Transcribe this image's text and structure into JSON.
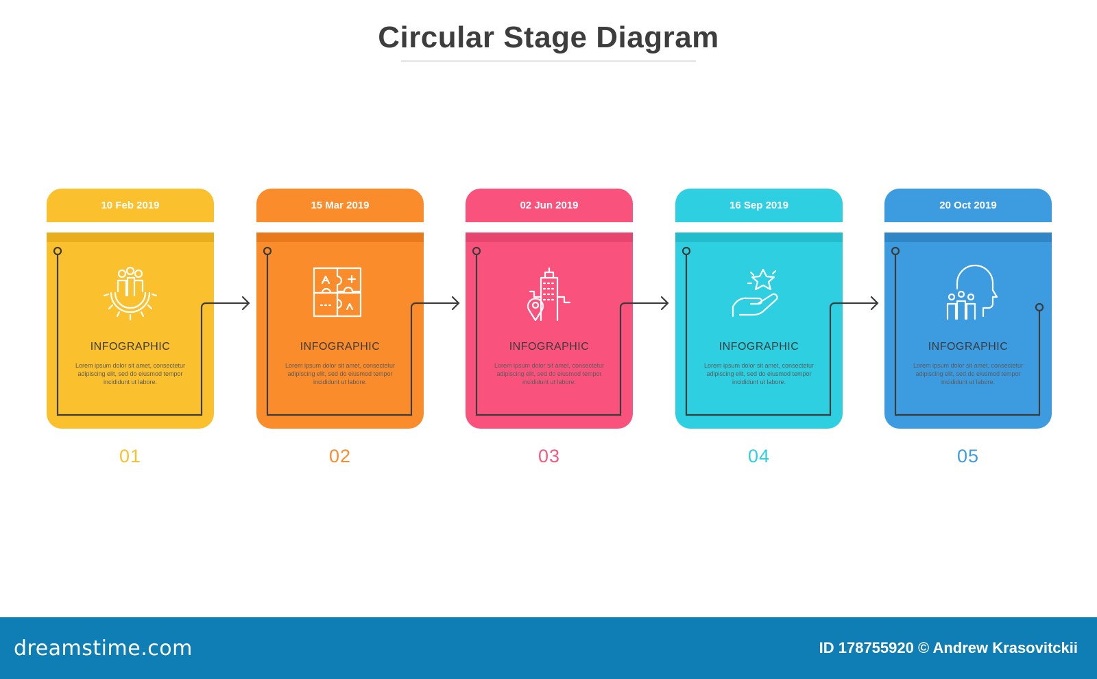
{
  "title": "Circular Stage Diagram",
  "stages": [
    {
      "date": "10 Feb 2019",
      "label": "INFOGRAPHIC",
      "description": "Lorem ipsum dolor sit amet, consectetur adipiscing elit, sed do eiusmod tempor incididunt ut labore.",
      "number": "01",
      "icon": "team-gear-icon",
      "color": "#fbc02d",
      "band_color": "#e8ae1e",
      "number_color": "#fbc02d"
    },
    {
      "date": "15 Mar 2019",
      "label": "INFOGRAPHIC",
      "description": "Lorem ipsum dolor sit amet, consectetur adipiscing elit, sed do eiusmod tempor incididunt ut labore.",
      "number": "02",
      "icon": "puzzle-icon",
      "color": "#fb8c2c",
      "band_color": "#e87a1c",
      "number_color": "#fb8c2c"
    },
    {
      "date": "02 Jun 2019",
      "label": "INFOGRAPHIC",
      "description": "Lorem ipsum dolor sit amet, consectetur adipiscing elit, sed do eiusmod tempor incididunt ut labore.",
      "number": "03",
      "icon": "building-location-icon",
      "color": "#f9537d",
      "band_color": "#e5456e",
      "number_color": "#f45a80"
    },
    {
      "date": "16 Sep 2019",
      "label": "INFOGRAPHIC",
      "description": "Lorem ipsum dolor sit amet, consectetur adipiscing elit, sed do eiusmod tempor incididunt ut labore.",
      "number": "04",
      "icon": "hand-star-icon",
      "color": "#2dcfe0",
      "band_color": "#22bccd",
      "number_color": "#2dcfe0"
    },
    {
      "date": "20 Oct 2019",
      "label": "INFOGRAPHIC",
      "description": "Lorem ipsum dolor sit amet, consectetur adipiscing elit, sed do eiusmod tempor incididunt ut labore.",
      "number": "05",
      "icon": "head-people-icon",
      "color": "#3d9be0",
      "band_color": "#2f85c6",
      "number_color": "#3d9be0"
    }
  ],
  "footer": {
    "brand": "dreamstime.com",
    "credit": "ID 178755920 © Andrew Krasovitckii"
  }
}
